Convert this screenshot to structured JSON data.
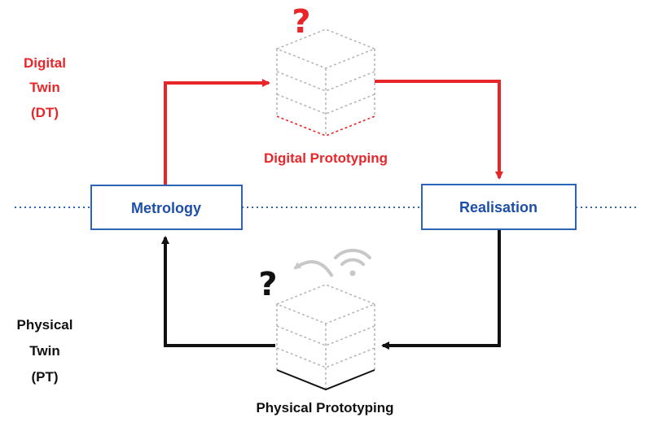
{
  "digital_twin": {
    "line1": "Digital",
    "line2": "Twin",
    "line3": "(DT)"
  },
  "physical_twin": {
    "line1": "Physical",
    "line2": "Twin",
    "line3": "(PT)"
  },
  "boxes": {
    "metrology": "Metrology",
    "realisation": "Realisation"
  },
  "captions": {
    "digital_prototyping": "Digital Prototyping",
    "physical_prototyping": "Physical Prototyping"
  },
  "marks": {
    "digital_question": "?",
    "physical_question": "?"
  },
  "colors": {
    "digital": "#e8262a",
    "physical": "#111111",
    "box_border": "#2e64b8",
    "box_text": "#1d4fa8",
    "dotted_line": "#2e64b8",
    "cube_outline": "#b4b4b4",
    "wifi_icon": "#c8c8c8"
  },
  "icons": {
    "digital_cube": "stacked-cube-outline",
    "physical_cube": "stacked-cube-outline",
    "wifi": "wifi-icon",
    "curved_arrow": "curved-arrow-icon"
  }
}
